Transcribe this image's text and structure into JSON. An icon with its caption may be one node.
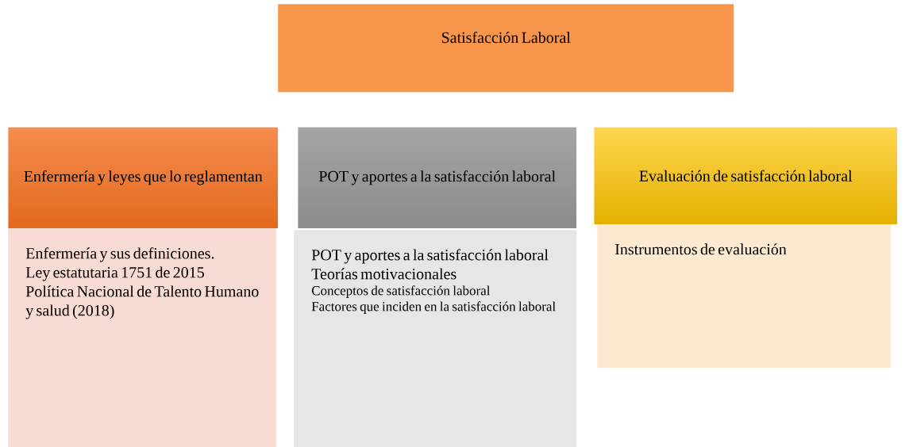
{
  "diagram": {
    "nodes": [
      {
        "text": [
          "Satisfacción Laboral"
        ]
      },
      {
        "text": [
          "Enfermería y leyes que lo reglamentan"
        ]
      },
      {
        "text": [
          "POT y aportes a la satisfacción laboral"
        ]
      },
      {
        "text": [
          "Evaluación de satisfacción laboral"
        ]
      },
      {
        "text": [
          "Enfermería y sus definiciones.",
          "Ley estatutaria 1751 de 2015",
          "Política Nacional de Talento Humano y salud (2018)"
        ]
      },
      {
        "text": [
          "POT y aportes a la satisfacción laboral",
          "Teorías motivacionales",
          "Conceptos de satisfacción laboral",
          "Factores que inciden en la satisfacción laboral"
        ]
      },
      {
        "text": [
          "Instrumentos de evaluación"
        ]
      }
    ]
  }
}
